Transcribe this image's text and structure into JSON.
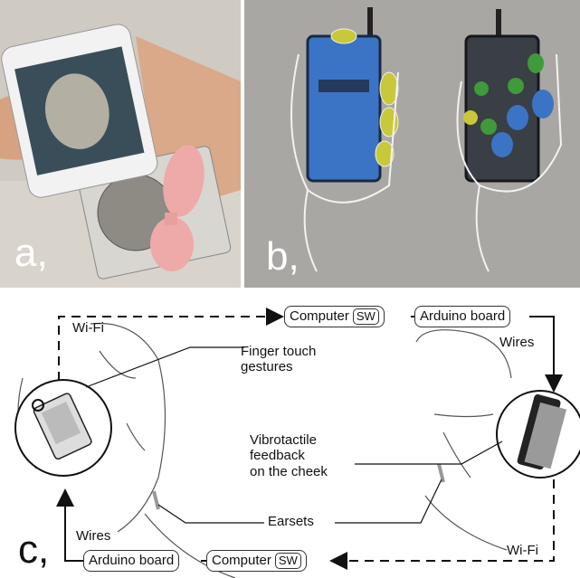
{
  "panels": {
    "a": {
      "letter": "a,"
    },
    "b": {
      "letter": "b,"
    },
    "c": {
      "letter": "c,"
    }
  },
  "diagram": {
    "top_chain": {
      "computer": "Computer",
      "sw": "SW",
      "arduino": "Arduino board"
    },
    "bottom_chain": {
      "arduino": "Arduino board",
      "computer": "Computer",
      "sw": "SW"
    },
    "labels": {
      "wifi_top": "Wi-Fi",
      "wifi_bottom": "Wi-Fi",
      "wires_right": "Wires",
      "wires_left": "Wires",
      "finger_touch": "Finger touch\ngestures",
      "vibrotactile": "Vibrotactile\nfeedback\non the cheek",
      "earsets": "Earsets"
    }
  },
  "colors": {
    "phone_blue": "#3b74c4",
    "finger_yellow": "#c9c83a",
    "button_green": "#3f9a3a",
    "fan_pink": "#eeaaa8"
  }
}
